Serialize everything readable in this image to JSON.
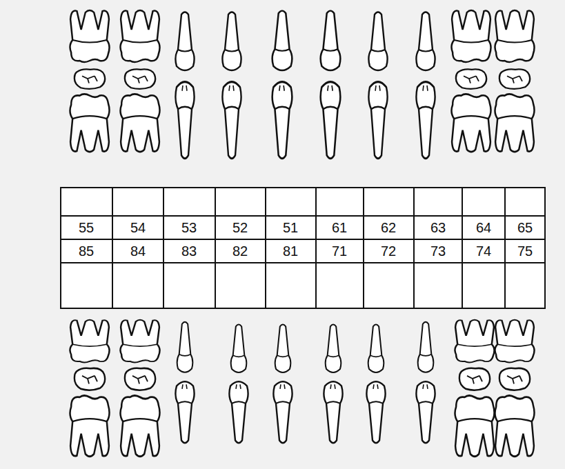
{
  "diagram": {
    "labels": [
      "55",
      "54",
      "53",
      "52",
      "51",
      "61",
      "62",
      "63",
      "64",
      "65",
      "85",
      "84",
      "83",
      "82",
      "81",
      "71",
      "72",
      "73",
      "74",
      "75"
    ]
  }
}
